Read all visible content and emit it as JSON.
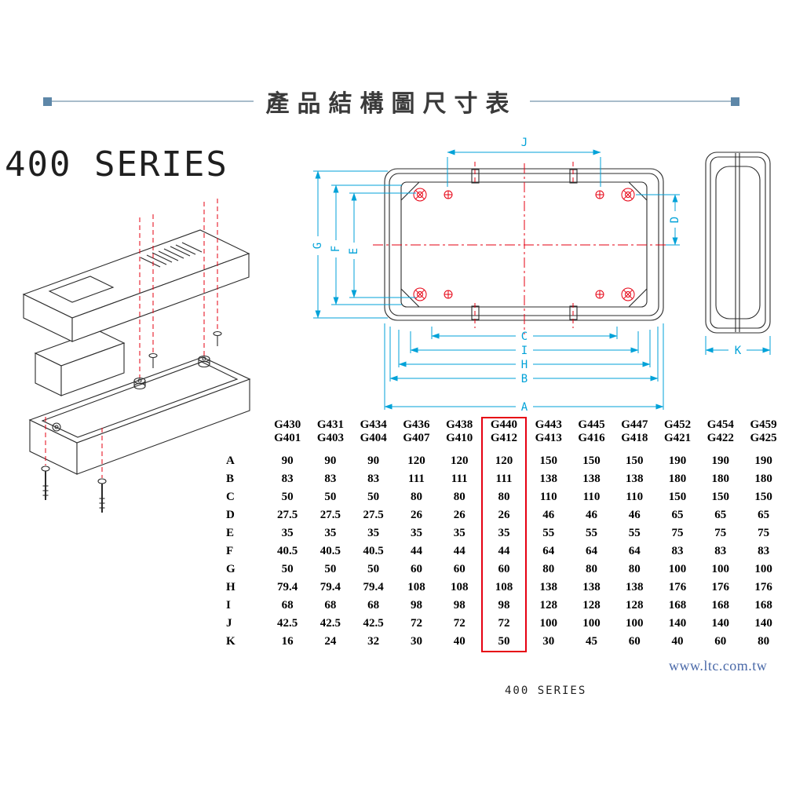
{
  "title": {
    "text": "產品結構圖尺寸表"
  },
  "series": {
    "heading": "400 SERIES",
    "footer": "400 SERIES"
  },
  "website": "www.ltc.com.tw",
  "drawing": {
    "labels": {
      "A": "A",
      "B": "B",
      "C": "C",
      "D": "D",
      "E": "E",
      "F": "F",
      "G": "G",
      "H": "H",
      "I": "I",
      "J": "J",
      "K": "K"
    }
  },
  "table": {
    "col_headers": [
      [
        "G430",
        "G401"
      ],
      [
        "G431",
        "G403"
      ],
      [
        "G434",
        "G404"
      ],
      [
        "G436",
        "G407"
      ],
      [
        "G438",
        "G410"
      ],
      [
        "G440",
        "G412"
      ],
      [
        "G443",
        "G413"
      ],
      [
        "G445",
        "G416"
      ],
      [
        "G447",
        "G418"
      ],
      [
        "G452",
        "G421"
      ],
      [
        "G454",
        "G422"
      ],
      [
        "G459",
        "G425"
      ]
    ],
    "highlight_col": 5,
    "rows": [
      {
        "label": "A",
        "values": [
          "90",
          "90",
          "90",
          "120",
          "120",
          "120",
          "150",
          "150",
          "150",
          "190",
          "190",
          "190"
        ]
      },
      {
        "label": "B",
        "values": [
          "83",
          "83",
          "83",
          "111",
          "111",
          "111",
          "138",
          "138",
          "138",
          "180",
          "180",
          "180"
        ]
      },
      {
        "label": "C",
        "values": [
          "50",
          "50",
          "50",
          "80",
          "80",
          "80",
          "110",
          "110",
          "110",
          "150",
          "150",
          "150"
        ]
      },
      {
        "label": "D",
        "values": [
          "27.5",
          "27.5",
          "27.5",
          "26",
          "26",
          "26",
          "46",
          "46",
          "46",
          "65",
          "65",
          "65"
        ]
      },
      {
        "label": "E",
        "values": [
          "35",
          "35",
          "35",
          "35",
          "35",
          "35",
          "55",
          "55",
          "55",
          "75",
          "75",
          "75"
        ]
      },
      {
        "label": "F",
        "values": [
          "40.5",
          "40.5",
          "40.5",
          "44",
          "44",
          "44",
          "64",
          "64",
          "64",
          "83",
          "83",
          "83"
        ]
      },
      {
        "label": "G",
        "values": [
          "50",
          "50",
          "50",
          "60",
          "60",
          "60",
          "80",
          "80",
          "80",
          "100",
          "100",
          "100"
        ]
      },
      {
        "label": "H",
        "values": [
          "79.4",
          "79.4",
          "79.4",
          "108",
          "108",
          "108",
          "138",
          "138",
          "138",
          "176",
          "176",
          "176"
        ]
      },
      {
        "label": "I",
        "values": [
          "68",
          "68",
          "68",
          "98",
          "98",
          "98",
          "128",
          "128",
          "128",
          "168",
          "168",
          "168"
        ]
      },
      {
        "label": "J",
        "values": [
          "42.5",
          "42.5",
          "42.5",
          "72",
          "72",
          "72",
          "100",
          "100",
          "100",
          "140",
          "140",
          "140"
        ]
      },
      {
        "label": "K",
        "values": [
          "16",
          "24",
          "32",
          "30",
          "40",
          "50",
          "30",
          "45",
          "60",
          "40",
          "60",
          "80"
        ]
      }
    ]
  },
  "colors": {
    "dimension_line": "#00A2D8",
    "center_line": "#E60012",
    "highlight_box": "#E60012",
    "title_accent": "#5E87A8",
    "title_rule": "#A8BCCB",
    "website_text": "#4A69A8"
  }
}
